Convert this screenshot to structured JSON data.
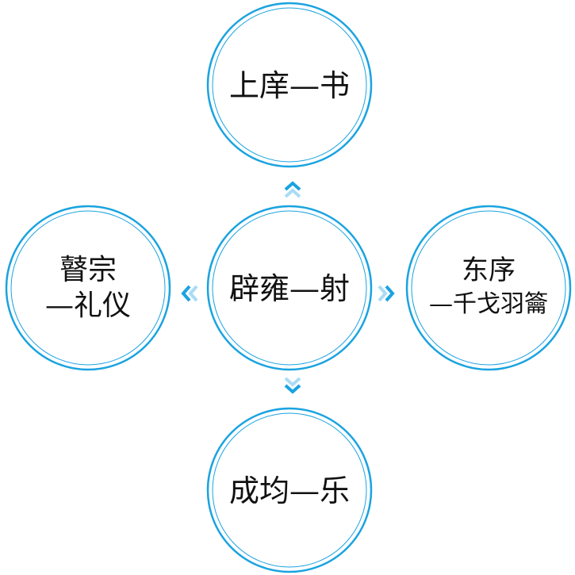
{
  "colors": {
    "ring_outer": "#1aa3e0",
    "ring_inner": "#1aa3e0",
    "chevron_dark": "#1aa3e0",
    "chevron_light": "#a9dcf5",
    "text": "#111111"
  },
  "nodes": {
    "center": {
      "lines": [
        "辟雍—射"
      ]
    },
    "top": {
      "lines": [
        "上庠—书"
      ]
    },
    "left": {
      "lines": [
        "瞽宗",
        "—礼仪"
      ]
    },
    "right": {
      "lines": [
        "东序",
        "—千戈羽籥"
      ]
    },
    "bottom": {
      "lines": [
        "成均—乐"
      ]
    }
  },
  "connectors": [
    {
      "from": "center",
      "to": "top",
      "icon": "chevron-up-icon"
    },
    {
      "from": "center",
      "to": "left",
      "icon": "chevron-left-icon"
    },
    {
      "from": "center",
      "to": "right",
      "icon": "chevron-right-icon"
    },
    {
      "from": "center",
      "to": "bottom",
      "icon": "chevron-down-icon"
    }
  ]
}
